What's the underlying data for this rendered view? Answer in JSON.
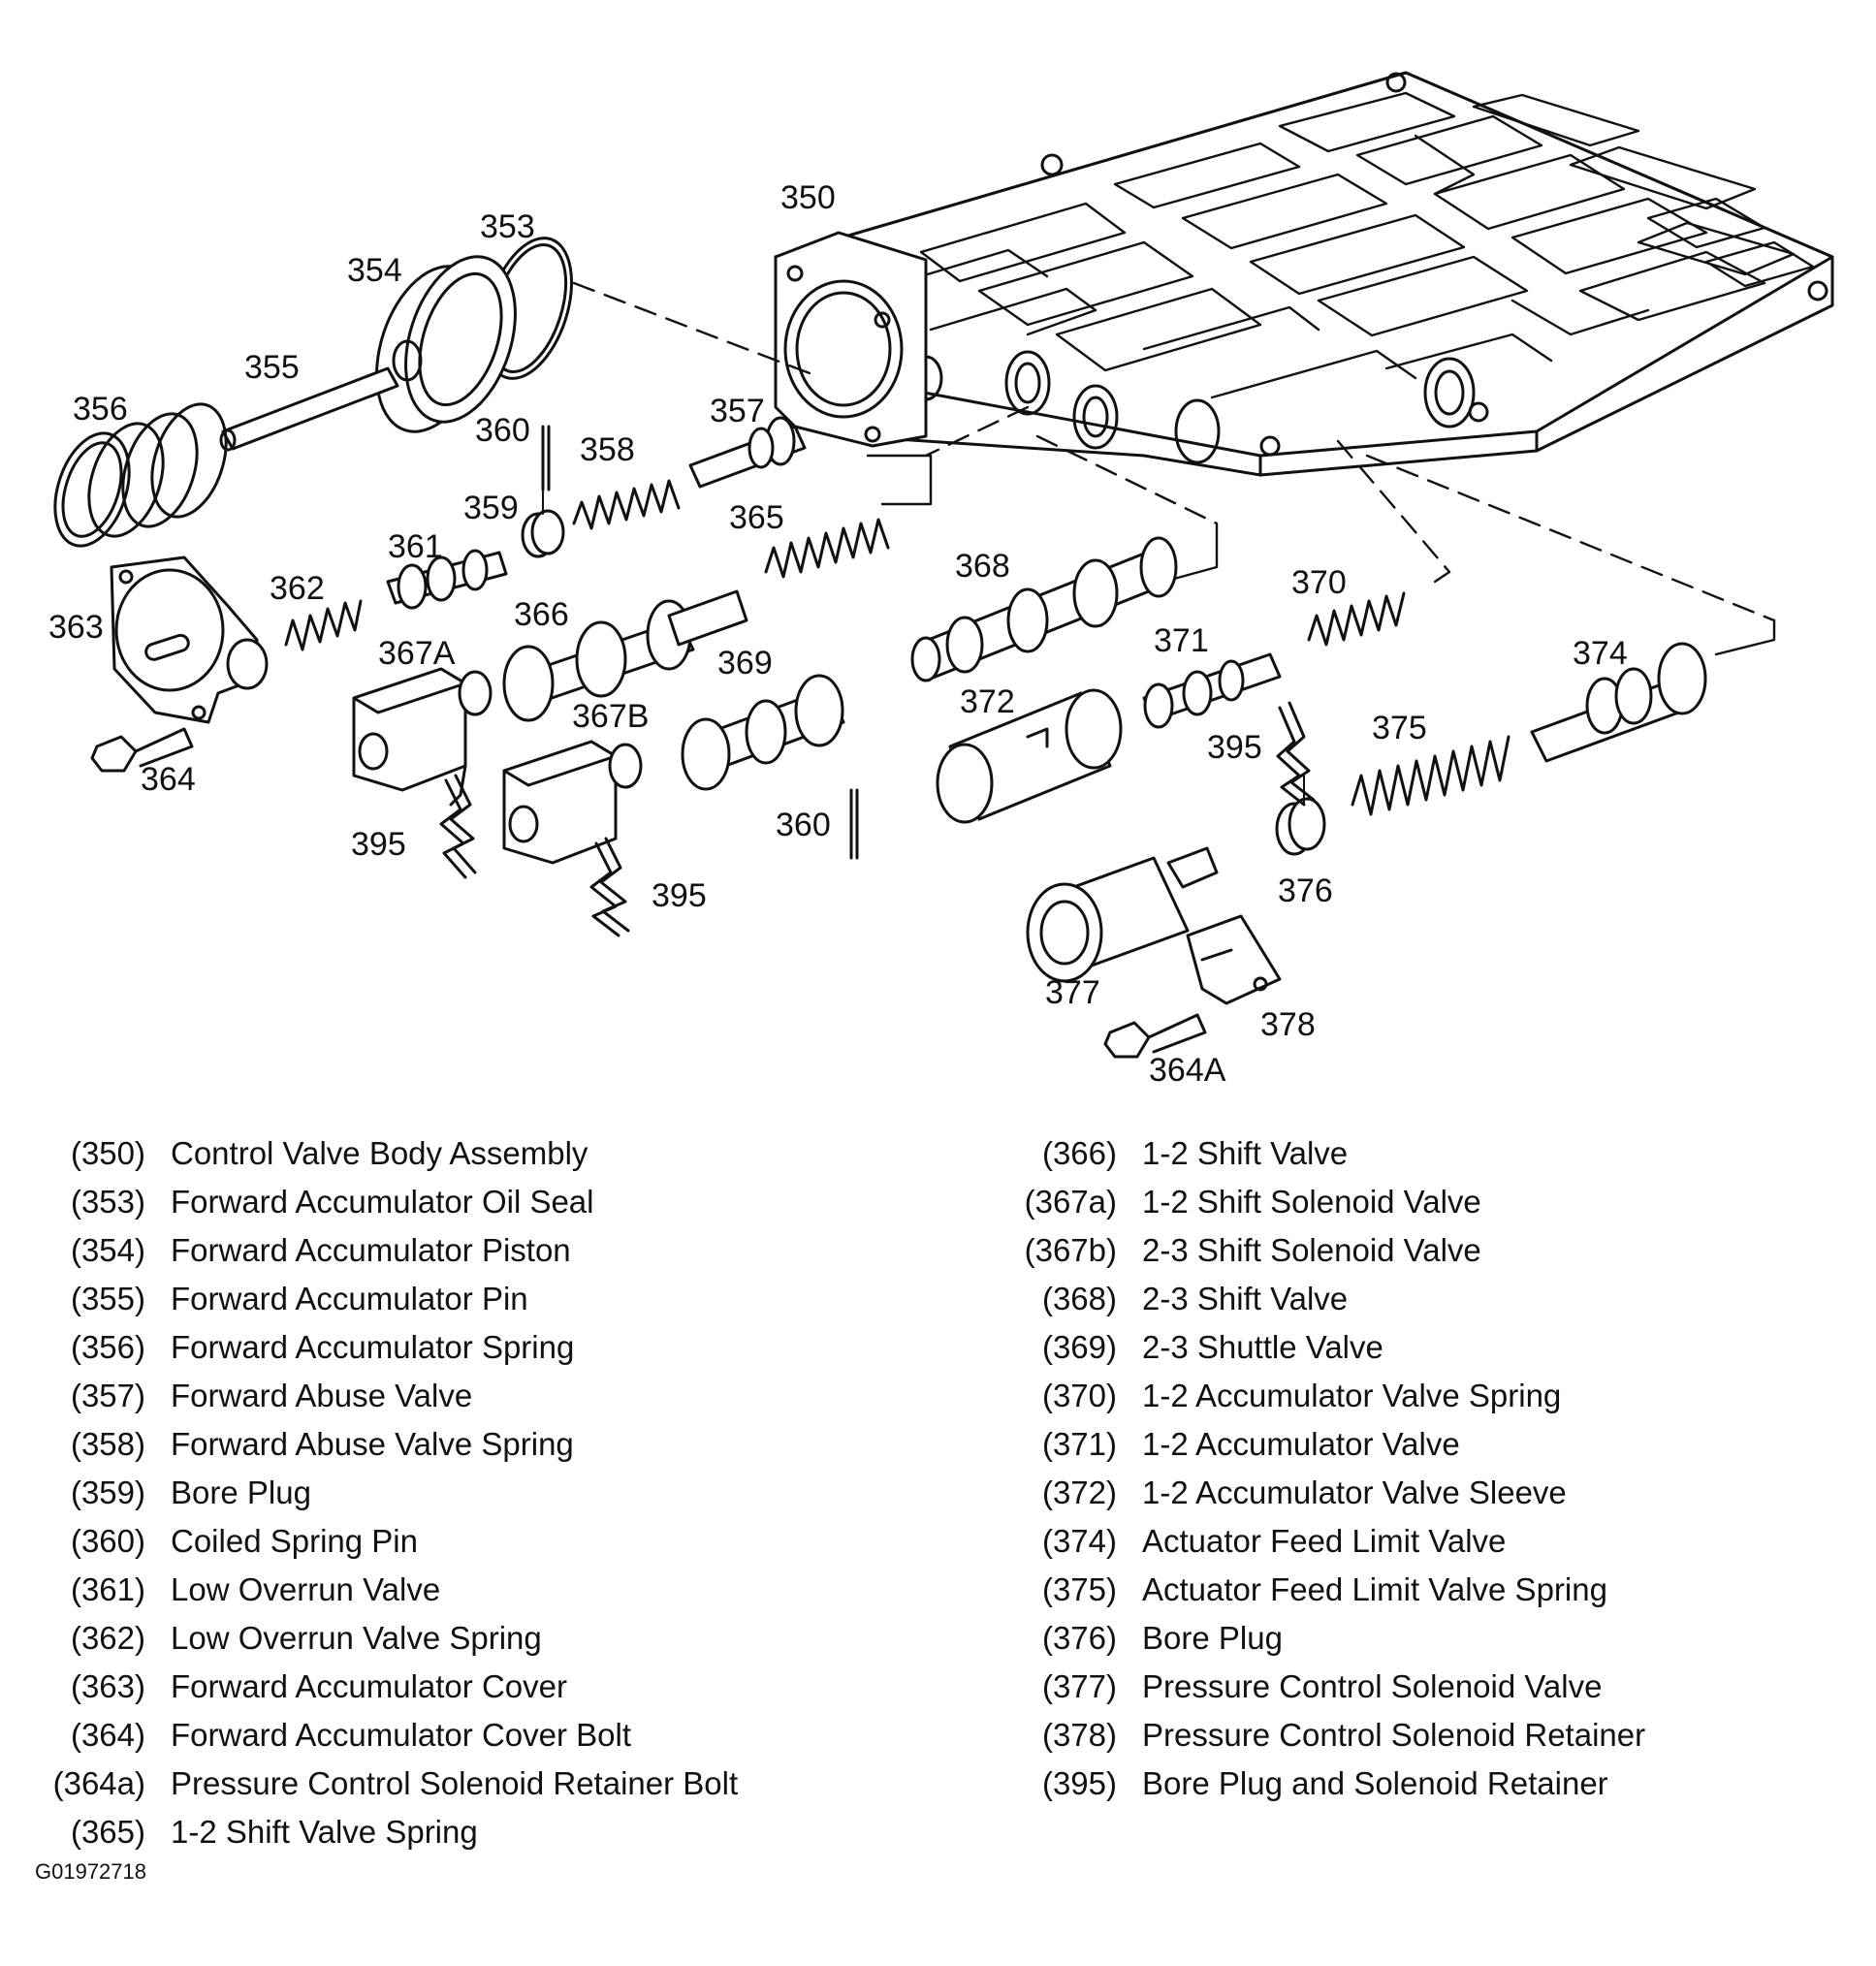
{
  "callouts": {
    "c350": "350",
    "c353": "353",
    "c354": "354",
    "c355": "355",
    "c356": "356",
    "c357": "357",
    "c358": "358",
    "c359": "359",
    "c360a": "360",
    "c360b": "360",
    "c361": "361",
    "c362": "362",
    "c363": "363",
    "c364": "364",
    "c364A": "364A",
    "c365": "365",
    "c366": "366",
    "c367A": "367A",
    "c367B": "367B",
    "c368": "368",
    "c369": "369",
    "c370": "370",
    "c371": "371",
    "c372": "372",
    "c374": "374",
    "c375": "375",
    "c376": "376",
    "c377": "377",
    "c378": "378",
    "c395a": "395",
    "c395b": "395",
    "c395c": "395"
  },
  "legend_left": [
    {
      "num": "(350)",
      "text": "Control Valve Body Assembly"
    },
    {
      "num": "(353)",
      "text": "Forward Accumulator Oil Seal"
    },
    {
      "num": "(354)",
      "text": "Forward Accumulator Piston"
    },
    {
      "num": "(355)",
      "text": "Forward Accumulator Pin"
    },
    {
      "num": "(356)",
      "text": "Forward Accumulator Spring"
    },
    {
      "num": "(357)",
      "text": "Forward Abuse Valve"
    },
    {
      "num": "(358)",
      "text": "Forward Abuse Valve Spring"
    },
    {
      "num": "(359)",
      "text": "Bore Plug"
    },
    {
      "num": "(360)",
      "text": "Coiled Spring Pin"
    },
    {
      "num": "(361)",
      "text": "Low Overrun Valve"
    },
    {
      "num": "(362)",
      "text": "Low Overrun Valve Spring"
    },
    {
      "num": "(363)",
      "text": "Forward Accumulator Cover"
    },
    {
      "num": "(364)",
      "text": "Forward Accumulator Cover Bolt"
    },
    {
      "num": "(364a)",
      "text": "Pressure Control Solenoid Retainer Bolt"
    },
    {
      "num": "(365)",
      "text": "1-2 Shift Valve Spring"
    }
  ],
  "legend_right": [
    {
      "num": "(366)",
      "text": "1-2 Shift Valve"
    },
    {
      "num": "(367a)",
      "text": "1-2 Shift Solenoid Valve"
    },
    {
      "num": "(367b)",
      "text": "2-3 Shift Solenoid Valve"
    },
    {
      "num": "(368)",
      "text": "2-3 Shift Valve"
    },
    {
      "num": "(369)",
      "text": "2-3 Shuttle Valve"
    },
    {
      "num": "(370)",
      "text": "1-2 Accumulator Valve Spring"
    },
    {
      "num": "(371)",
      "text": "1-2 Accumulator Valve"
    },
    {
      "num": "(372)",
      "text": "1-2 Accumulator Valve Sleeve"
    },
    {
      "num": "(374)",
      "text": "Actuator Feed Limit Valve"
    },
    {
      "num": "(375)",
      "text": "Actuator Feed Limit Valve Spring"
    },
    {
      "num": "(376)",
      "text": "Bore Plug"
    },
    {
      "num": "(377)",
      "text": "Pressure Control Solenoid Valve"
    },
    {
      "num": "(378)",
      "text": "Pressure Control Solenoid Retainer"
    },
    {
      "num": "(395)",
      "text": "Bore Plug and Solenoid Retainer"
    }
  ],
  "figure_code": "G01972718"
}
